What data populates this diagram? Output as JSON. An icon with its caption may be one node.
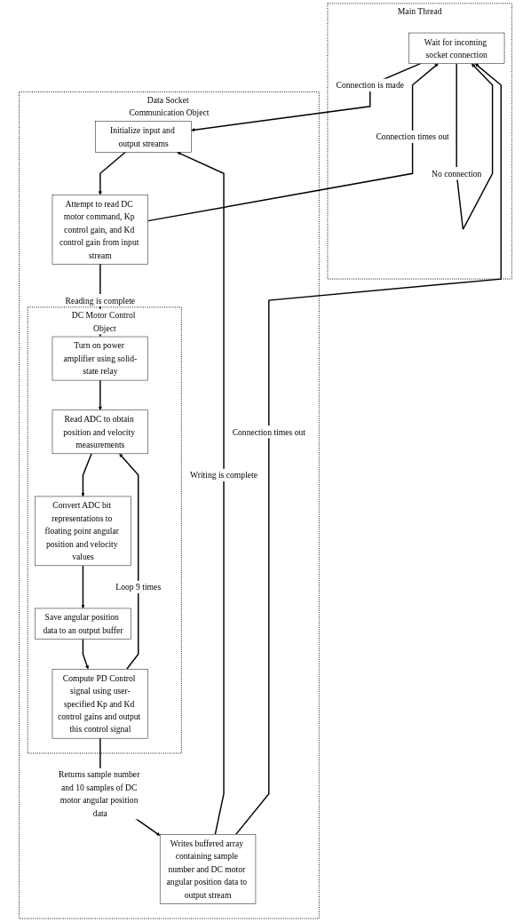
{
  "diagram": {
    "nodes": [
      {
        "text": [
          "Main Thread"
        ]
      },
      {
        "text": [
          "Wait for incoming socket connection"
        ],
        "in": 0
      },
      {
        "text": [
          "Data Socket Communication Object"
        ]
      },
      {
        "text": [
          "Initialize input and output streams"
        ],
        "in": 2
      },
      {
        "text": [
          "Attempt to read DC motor command, Kp control gain, and Kd control gain from input stream"
        ],
        "in": 2
      },
      {
        "text": [
          "DC Motor Control Object"
        ],
        "in": 2
      },
      {
        "text": [
          "Turn on power amplifier using solid-state relay"
        ],
        "in": 5
      },
      {
        "text": [
          "Read ADC to obtain position and velocity measurements"
        ],
        "in": 5
      },
      {
        "text": [
          "Convert ADC bit representations to floating point angular position and velocity values"
        ],
        "in": 5
      },
      {
        "text": [
          "Save angular position data to an output buffer"
        ],
        "in": 5
      },
      {
        "text": [
          "Compute PD Control signal using user-specified Kp and Kd control gains and output this control signal"
        ],
        "in": 5
      },
      {
        "text": [
          "Writes buffered array containing sample number and DC motor angular position data to output stream"
        ],
        "in": 2
      }
    ],
    "edges": [
      {
        "from": 1,
        "to": 3,
        "arrow": "to",
        "label": "Connection is made"
      },
      {
        "from": 1,
        "to": 1,
        "arrow": "to",
        "label": "No connection"
      },
      {
        "from": 3,
        "to": 4,
        "arrow": "to"
      },
      {
        "from": 4,
        "to": 6,
        "arrow": "to",
        "label": "Reading is complete"
      },
      {
        "from": 4,
        "to": 1,
        "arrow": "to",
        "label": "Connection times out"
      },
      {
        "from": 6,
        "to": 7,
        "arrow": "to"
      },
      {
        "from": 7,
        "to": 8,
        "arrow": "to"
      },
      {
        "from": 8,
        "to": 9,
        "arrow": "to"
      },
      {
        "from": 9,
        "to": 10,
        "arrow": "to"
      },
      {
        "from": 10,
        "to": 7,
        "arrow": "to",
        "label": "Loop 9 times"
      },
      {
        "from": 10,
        "to": 11,
        "arrow": "to",
        "label": "Returns sample number and 10 samples of DC motor angular position data"
      },
      {
        "from": 11,
        "to": 3,
        "arrow": "to",
        "label": "Writing is complete"
      },
      {
        "from": 11,
        "to": 1,
        "arrow": "to",
        "label": "Connection times out"
      }
    ]
  }
}
